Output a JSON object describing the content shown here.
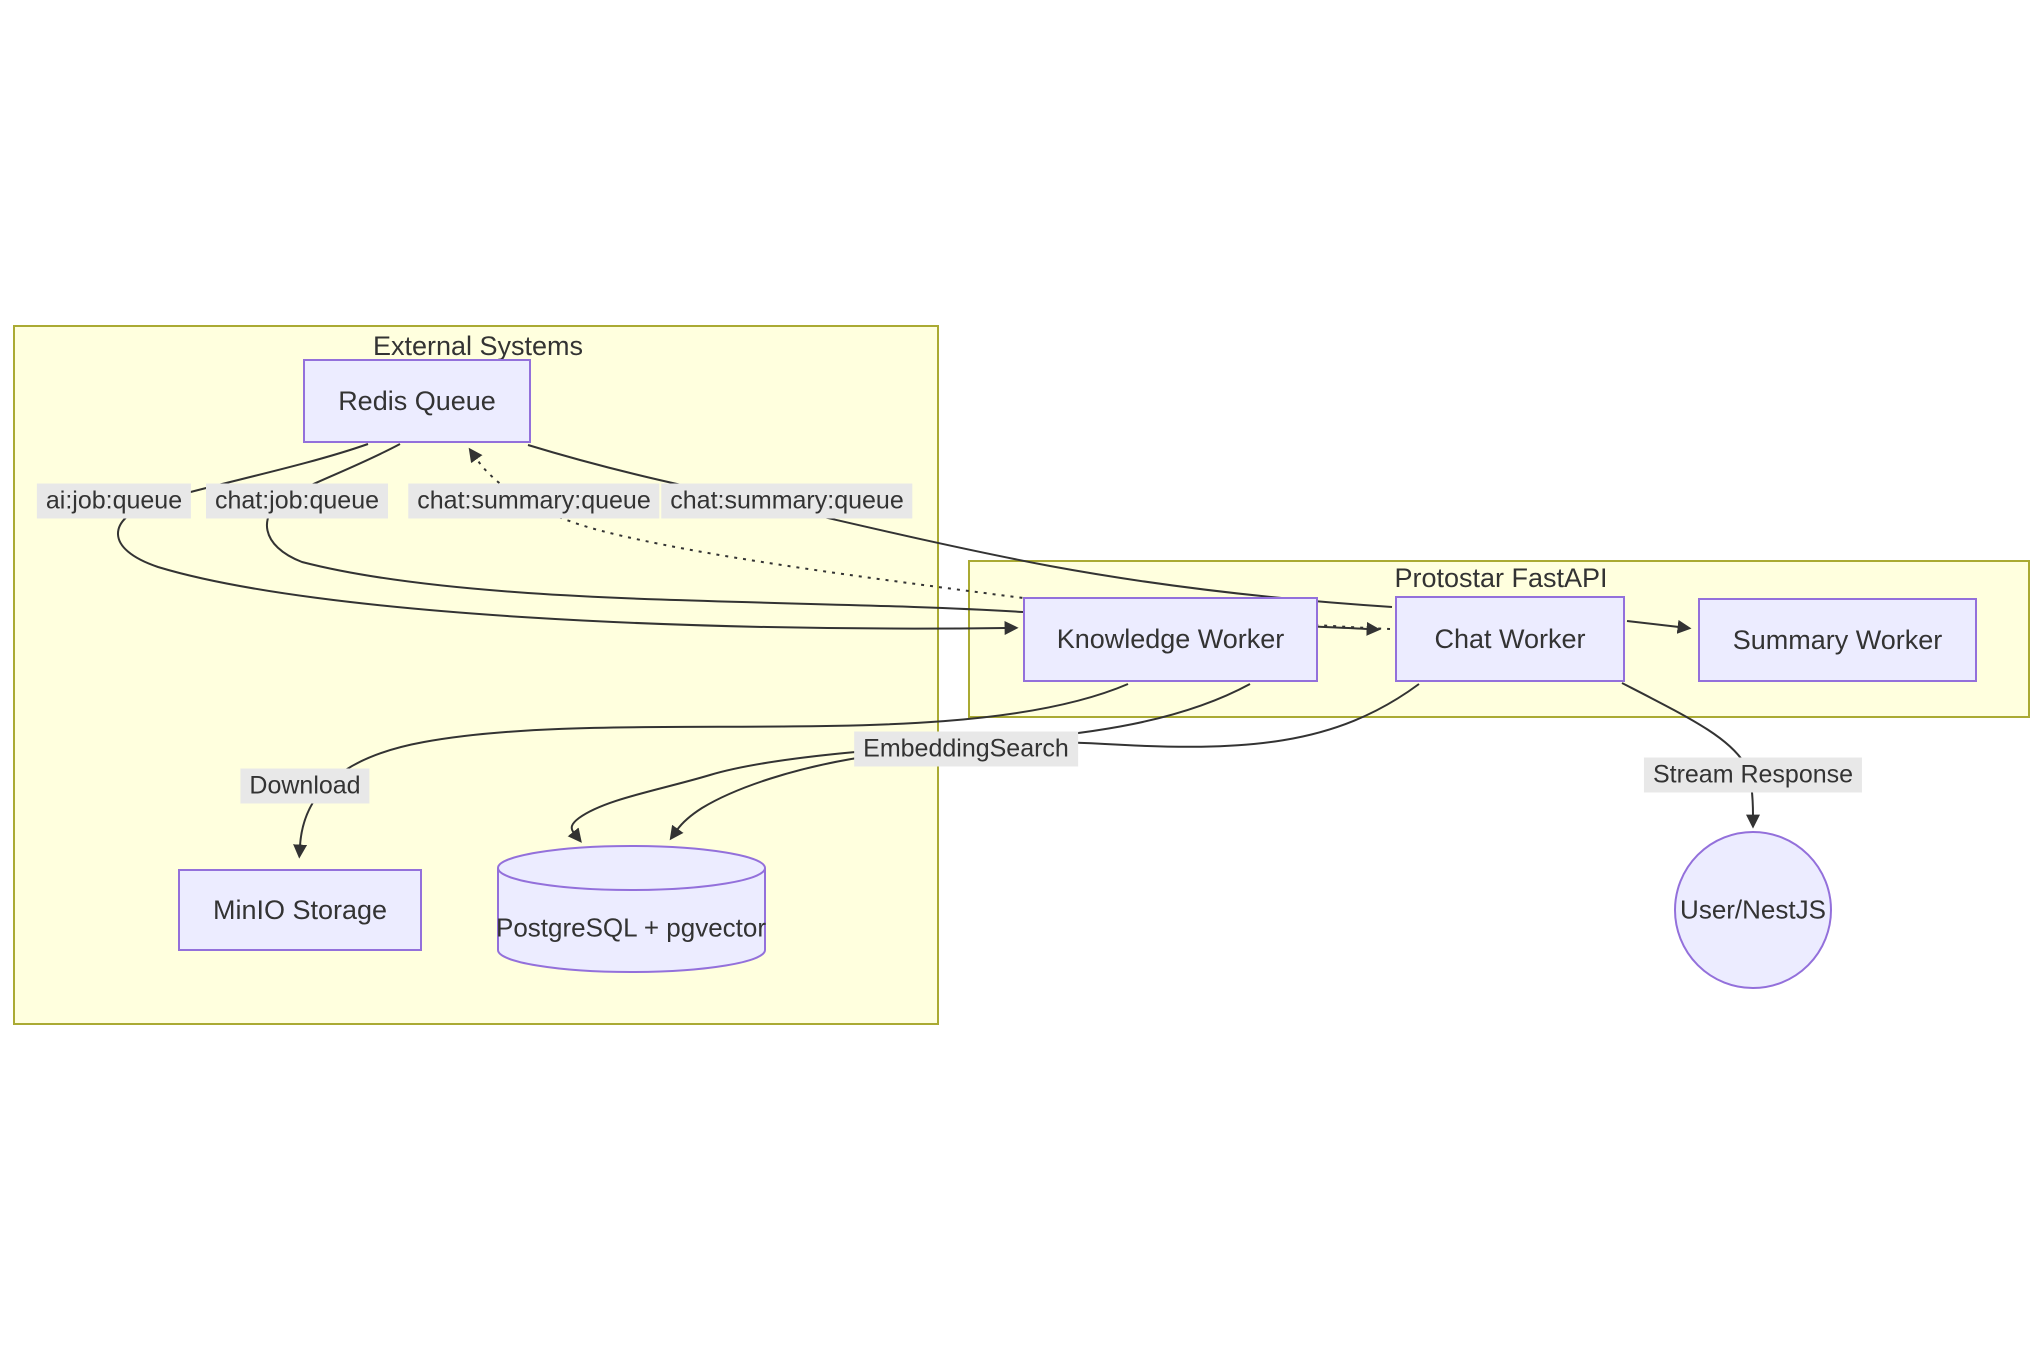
{
  "diagram": {
    "clusters": {
      "external": {
        "title": "External Systems"
      },
      "protostar": {
        "title": "Protostar FastAPI"
      }
    },
    "nodes": {
      "redis": {
        "label": "Redis Queue",
        "shape": "rect"
      },
      "knowledge": {
        "label": "Knowledge Worker",
        "shape": "rect"
      },
      "chat": {
        "label": "Chat Worker",
        "shape": "rect"
      },
      "summary": {
        "label": "Summary Worker",
        "shape": "rect"
      },
      "minio": {
        "label": "MinIO Storage",
        "shape": "rect"
      },
      "postgres": {
        "label": "PostgreSQL + pgvector",
        "shape": "cylinder"
      },
      "user": {
        "label": "User/NestJS",
        "shape": "circle"
      }
    },
    "edge_labels": {
      "ai_job": {
        "text": "ai:job:queue"
      },
      "chat_job": {
        "text": "chat:job:queue"
      },
      "chat_summary_1": {
        "text": "chat:summary:queue"
      },
      "chat_summary_2": {
        "text": "chat:summary:queue"
      },
      "download": {
        "text": "Download"
      },
      "embedding_search": {
        "text": "EmbeddingSearch"
      },
      "stream_response": {
        "text": "Stream Response"
      }
    },
    "colors": {
      "cluster_fill": "#ffffde",
      "cluster_border": "#aaaa33",
      "node_fill": "#ececff",
      "node_border": "#9370db",
      "edge_stroke": "#333333",
      "edge_label_bg": "#e8e8e8",
      "text": "#333333"
    }
  }
}
